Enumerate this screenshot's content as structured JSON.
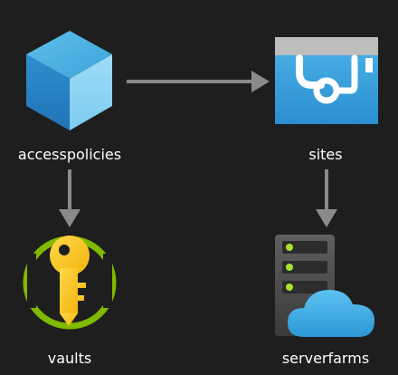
{
  "diagram": {
    "nodes": {
      "accesspolicies": {
        "label": "accesspolicies",
        "icon": "cube-icon"
      },
      "sites": {
        "label": "sites",
        "icon": "web-app-icon"
      },
      "vaults": {
        "label": "vaults",
        "icon": "key-vault-icon"
      },
      "serverfarms": {
        "label": "serverfarms",
        "icon": "server-cloud-icon"
      }
    },
    "edges": [
      {
        "from": "accesspolicies",
        "to": "sites"
      },
      {
        "from": "accesspolicies",
        "to": "vaults"
      },
      {
        "from": "sites",
        "to": "serverfarms"
      }
    ],
    "colors": {
      "background": "#1e1e1e",
      "edge": "#8a8a8a",
      "label": "#ffffff"
    }
  }
}
